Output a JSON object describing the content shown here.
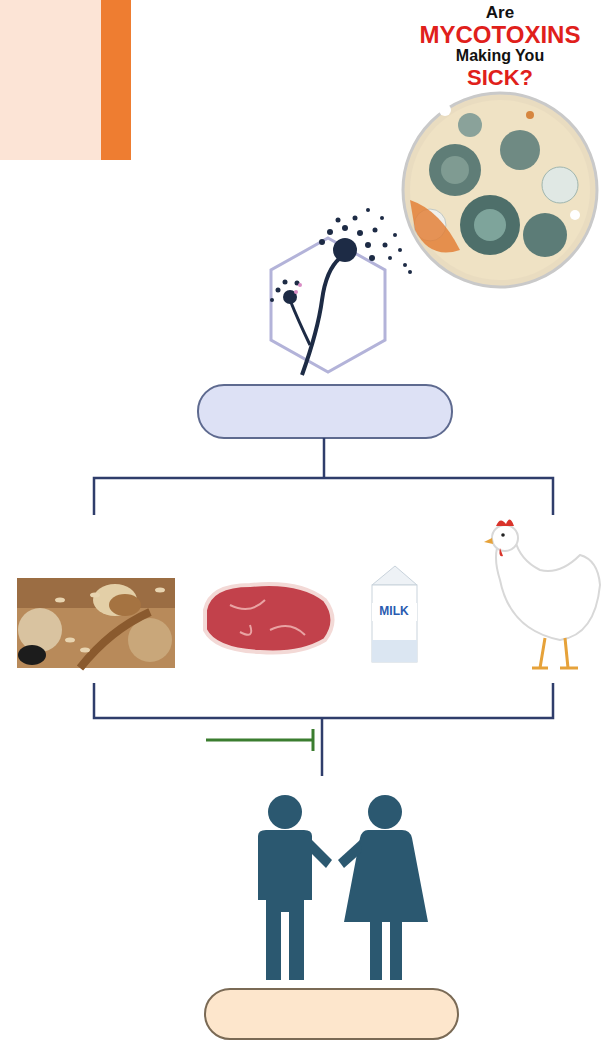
{
  "diagram": {
    "labels": [
      "Are",
      "MYCOTOXINS",
      "Making You",
      "SICK?",
      "MILK"
    ]
  }
}
